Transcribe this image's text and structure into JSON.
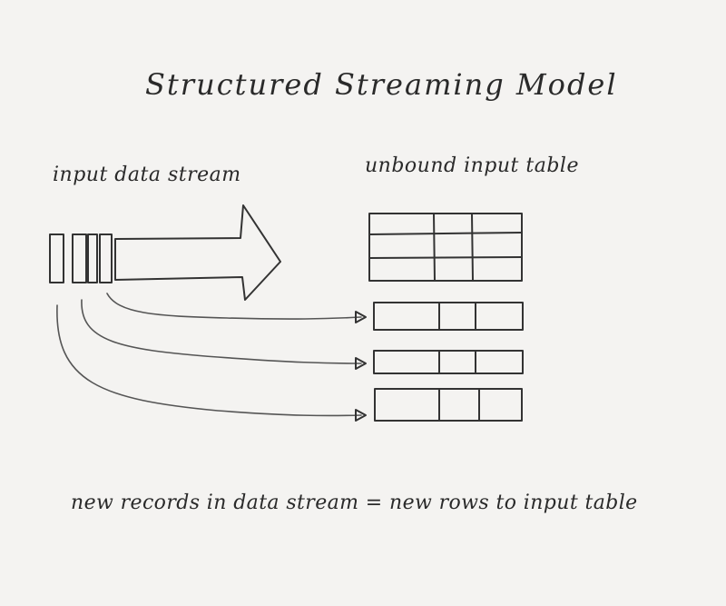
{
  "title": "Structured Streaming Model",
  "labels": {
    "input_stream": "input data stream",
    "unbound_table": "unbound input table"
  },
  "caption": "new records in data stream = new rows to input table"
}
